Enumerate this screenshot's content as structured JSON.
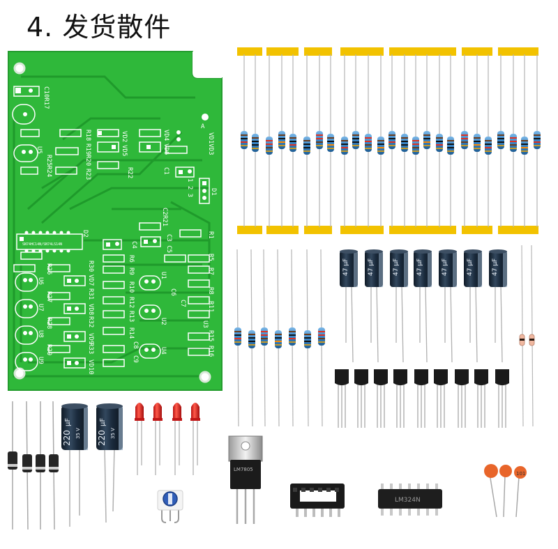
{
  "heading": {
    "text": "4. 发货散件"
  },
  "pcb": {
    "board_color": "#2fb83a",
    "trace_color": "#1f9a2b",
    "silk_color": "#ffffff",
    "labels": {
      "a": "A",
      "vd1vd3": "VD1VD3",
      "r17": "C10R17",
      "d1": "D1",
      "pins": "1 2 3",
      "c1": "C1",
      "c2": "C2R21",
      "r1": "R1",
      "d2": "D2",
      "ic_text": "SN74HC14N/SN74LS14N",
      "c3c5": "C3 C5",
      "c4": "C4",
      "r5": "R5",
      "r7": "R7",
      "r8": "R8",
      "r11": "R11",
      "r15": "R15",
      "r16": "R16",
      "u1": "U1",
      "u2": "U2",
      "u3": "U3",
      "u4": "U4",
      "u5": "U5",
      "u6": "U6",
      "u7": "U7",
      "u8": "U8",
      "u9": "U9",
      "vd7": "VD7",
      "vd8": "VD8",
      "vd9": "VD9",
      "vd10": "VD10",
      "r30": "R30",
      "r31": "R31",
      "r32": "R32",
      "r33": "R33",
      "r26": "R26",
      "r27": "R27",
      "r28": "R28",
      "r29": "R29",
      "r6": "R6",
      "r9": "R9",
      "r10": "R10",
      "r12": "R12",
      "r13": "R13",
      "r14": "R14",
      "c6": "C6",
      "c7": "C7",
      "c8": "C8",
      "c9": "C9",
      "r18": "R18",
      "r19": "R19",
      "r20": "R20",
      "r23": "R23",
      "r24": "R24",
      "r25": "R25",
      "r22": "R22",
      "vd2": "VD2",
      "vd4": "VD4",
      "vd5": "VD5",
      "vd6": "VD6"
    }
  },
  "capacitors": {
    "large_label": "220",
    "large_unit": "μF",
    "large_voltage": "35 V",
    "small_label": "47",
    "small_unit": "μF",
    "ceramic_label": "101"
  },
  "regulator": {
    "text": "LM7805"
  },
  "dip_chip": {
    "text": "LM324N"
  },
  "colors": {
    "resistor_body": "#3a86c8",
    "tape": "#f2c200",
    "capacitor_body": "#1a2a3c",
    "led": "#e02020",
    "ceramic": "#e8652a",
    "transistor": "#1a1a1a"
  }
}
